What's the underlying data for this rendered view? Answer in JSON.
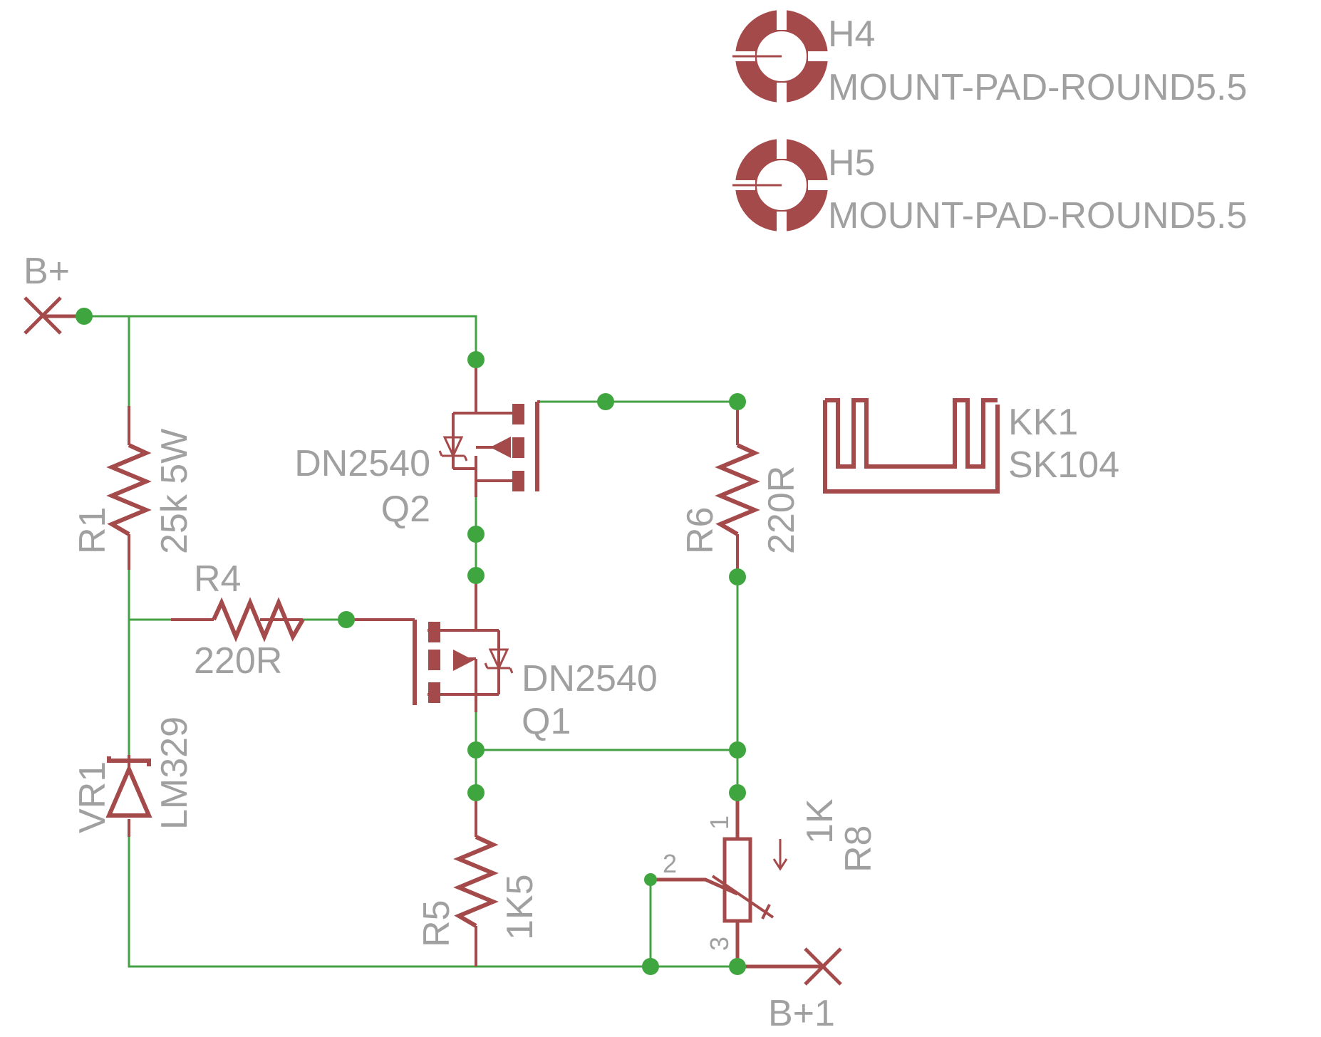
{
  "colors": {
    "wire": "#44a244",
    "symbol": "#a54a4a",
    "junction": "#3fa63f",
    "label": "#a0a0a0",
    "background": "#ffffff"
  },
  "labels": {
    "h4_name": "H4",
    "h4_value": "MOUNT-PAD-ROUND5.5",
    "h5_name": "H5",
    "h5_value": "MOUNT-PAD-ROUND5.5",
    "bplus": "B+",
    "bplus1": "B+1",
    "kk1_name": "KK1",
    "kk1_value": "SK104",
    "q2_value": "DN2540",
    "q2_name": "Q2",
    "q1_value": "DN2540",
    "q1_name": "Q1",
    "r1_name": "R1",
    "r1_value": "25k 5W",
    "r4_name": "R4",
    "r4_value": "220R",
    "r6_name": "R6",
    "r6_value": "220R",
    "vr1_name": "VR1",
    "vr1_value": "LM329",
    "r5_name": "R5",
    "r5_value": "1K5",
    "r8_name": "R8",
    "r8_value": "1K",
    "r8_pin1": "1",
    "r8_pin2": "2",
    "r8_pin3": "3"
  }
}
